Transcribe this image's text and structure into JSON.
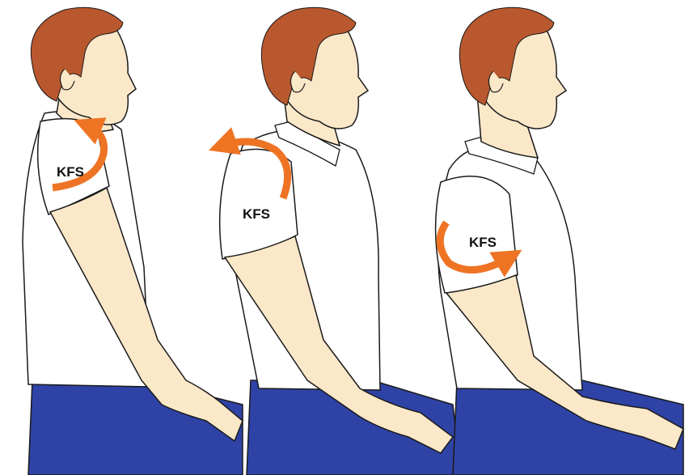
{
  "colors": {
    "background": "#ffffff",
    "skin": "#fbe8c9",
    "hair": "#b9582e",
    "shirt": "#ffffff",
    "trousers": "#2f43a6",
    "arrow": "#ee7424",
    "outline": "#1a1a1a"
  },
  "figures": [
    {
      "label": "KFS",
      "arrow_direction": "forward-up"
    },
    {
      "label": "KFS",
      "arrow_direction": "backward-down"
    },
    {
      "label": "KFS",
      "arrow_direction": "rotate-forward"
    }
  ]
}
